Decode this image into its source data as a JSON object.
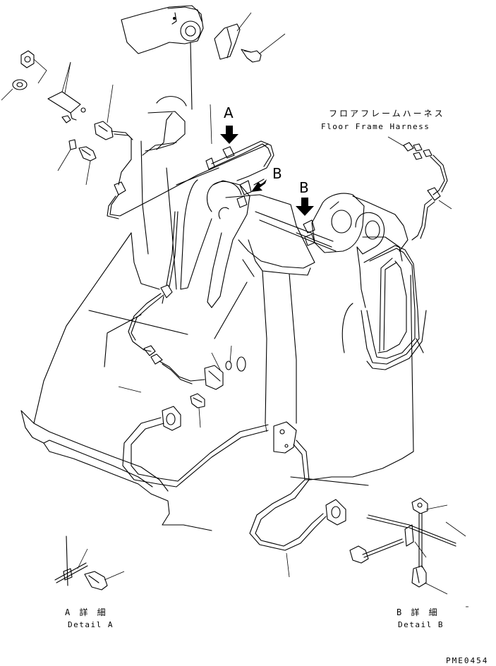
{
  "callouts": {
    "detail_a_marker": "A",
    "detail_b_marker_1": "B",
    "detail_b_marker_2": "B"
  },
  "harness_label": {
    "japanese": "フロアフレームハーネス",
    "english": "Floor Frame Harness"
  },
  "detail_a": {
    "japanese": "A 詳 細",
    "english": "Detail A"
  },
  "detail_b": {
    "japanese": "B 詳 細",
    "english": "Detail B"
  },
  "drawing_code": "PME0454"
}
